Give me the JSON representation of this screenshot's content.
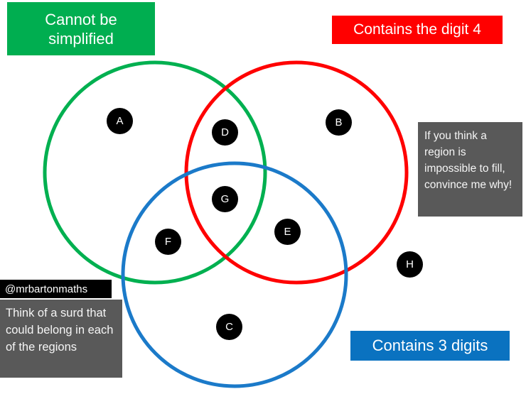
{
  "page": {
    "background": "#FFFFFF"
  },
  "boxes": {
    "green": {
      "text": "Cannot be simplified",
      "lines": [
        "Cannot be",
        "simplified"
      ],
      "color": "#00AE50",
      "text_color": "#FFFFFF"
    },
    "red": {
      "text": "Contains the digit 4",
      "color": "#FF0000",
      "text_color": "#FFFFFF"
    },
    "blue": {
      "text": "Contains 3 digits",
      "color": "#0A72C0",
      "text_color": "#FFFFFF"
    },
    "hint_right": {
      "text": "If you think a region is impossible to fill, convince me why!",
      "lines": [
        "If you think a",
        "region is",
        "impossible to",
        "fill, convince",
        "me why!"
      ],
      "color": "#595959",
      "text_color": "#F5F5F5"
    },
    "hint_left": {
      "text": "Think of a surd that could belong in each of the regions",
      "lines": [
        "Think of a surd",
        "that could belong",
        "in each of the",
        "regions"
      ],
      "color": "#595959",
      "text_color": "#F5F5F5"
    },
    "handle": {
      "text": "@mrbartonmaths",
      "color": "#000000",
      "text_color": "#FFFFFF"
    }
  },
  "venn": {
    "circles": [
      {
        "label": "Cannot be simplified",
        "color": "#00B050"
      },
      {
        "label": "Contains the digit 4",
        "color": "#FF0000"
      },
      {
        "label": "Contains 3 digits",
        "color": "#1B7AC9"
      }
    ],
    "region_labels": [
      "A",
      "B",
      "C",
      "D",
      "E",
      "F",
      "G",
      "H"
    ],
    "badge_color": "#000000",
    "badge_text_color": "#FFFFFF"
  }
}
